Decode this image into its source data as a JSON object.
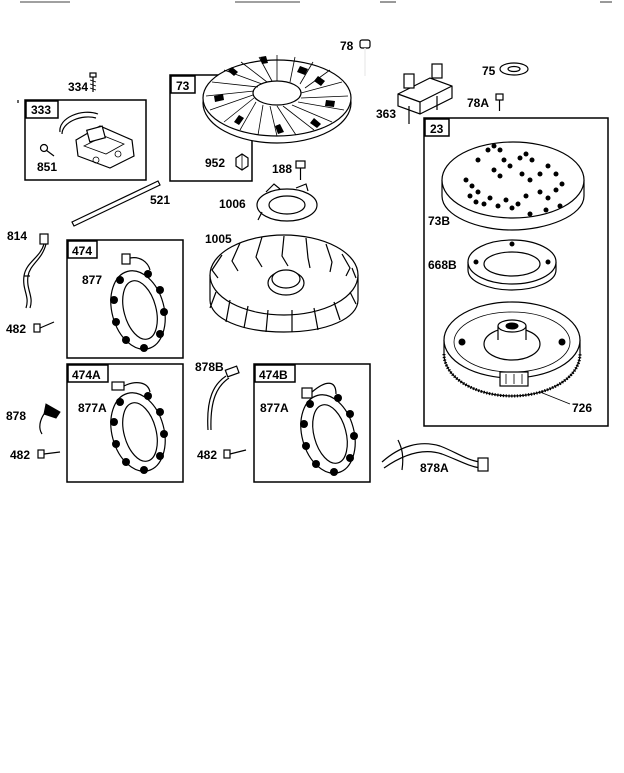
{
  "diagram": {
    "boxes": {
      "b333": "333",
      "b73": "73",
      "b23": "23",
      "b474": "474",
      "b474a": "474A",
      "b474b": "474B"
    },
    "labels": {
      "p78": "78",
      "p75": "75",
      "p334": "334",
      "p363": "363",
      "p78a": "78A",
      "p851": "851",
      "p952": "952",
      "p188": "188",
      "p521": "521",
      "p1006": "1006",
      "p73b": "73B",
      "p814": "814",
      "p1005": "1005",
      "p668b": "668B",
      "p877": "877",
      "p482a": "482",
      "p878b": "878B",
      "p726": "726",
      "p878": "878",
      "p877a1": "877A",
      "p877a2": "877A",
      "p482b": "482",
      "p482c": "482",
      "p878a": "878A"
    }
  }
}
